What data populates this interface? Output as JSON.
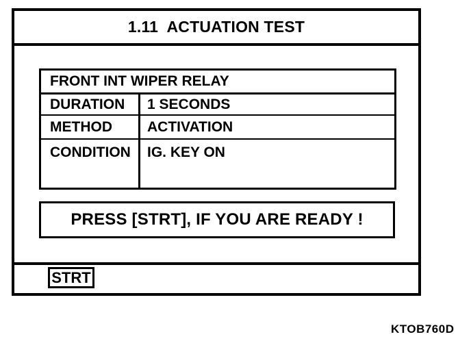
{
  "window": {
    "title": "1.11  ACTUATION TEST"
  },
  "table": {
    "header": "FRONT INT WIPER RELAY",
    "rows": [
      {
        "label": "DURATION",
        "value": "1 SECONDS"
      },
      {
        "label": "METHOD",
        "value": "ACTIVATION"
      },
      {
        "label": "CONDITION",
        "value": "IG. KEY ON"
      }
    ]
  },
  "message": {
    "text": "PRESS [STRT], IF YOU ARE READY !"
  },
  "footer": {
    "start_button_label": "STRT"
  },
  "caption": {
    "code": "KTOB760D"
  },
  "colors": {
    "foreground": "#000000",
    "background": "#ffffff"
  }
}
